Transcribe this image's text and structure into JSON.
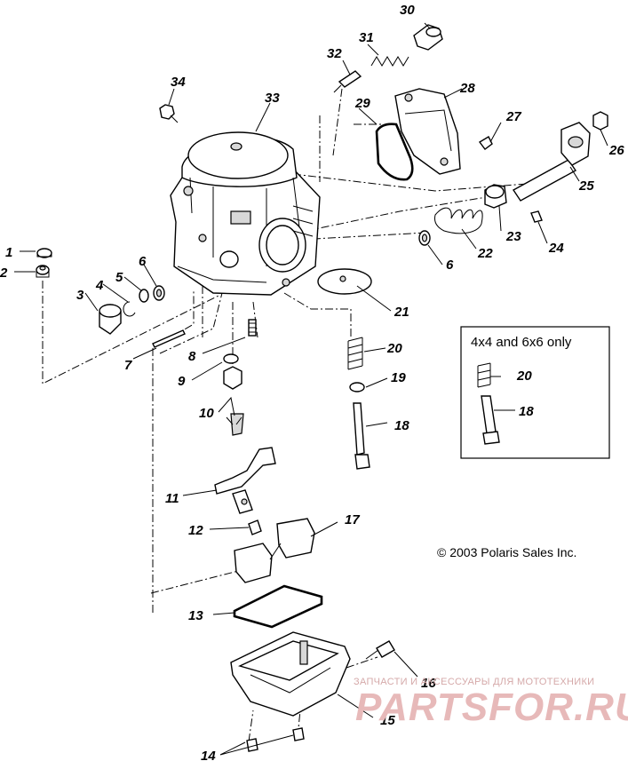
{
  "callouts": {
    "c1": "1",
    "c2": "2",
    "c3": "3",
    "c4": "4",
    "c5": "5",
    "c6a": "6",
    "c6b": "6",
    "c7": "7",
    "c8": "8",
    "c9": "9",
    "c10": "10",
    "c11": "11",
    "c12": "12",
    "c13": "13",
    "c14": "14",
    "c15": "15",
    "c16": "16",
    "c17": "17",
    "c18a": "18",
    "c18b": "18",
    "c19": "19",
    "c20a": "20",
    "c20b": "20",
    "c21": "21",
    "c22": "22",
    "c23": "23",
    "c24": "24",
    "c25": "25",
    "c26": "26",
    "c27": "27",
    "c28": "28",
    "c29": "29",
    "c30": "30",
    "c31": "31",
    "c32": "32",
    "c33": "33",
    "c34": "34"
  },
  "inset": {
    "title": "4x4 and 6x6 only"
  },
  "copyright": "© 2003 Polaris Sales Inc.",
  "watermark": {
    "tagline": "ЗАПЧАСТИ И АКСЕССУАРЫ ДЛЯ МОТОТЕХНИКИ",
    "brand": "PARTSFOR.RU"
  }
}
